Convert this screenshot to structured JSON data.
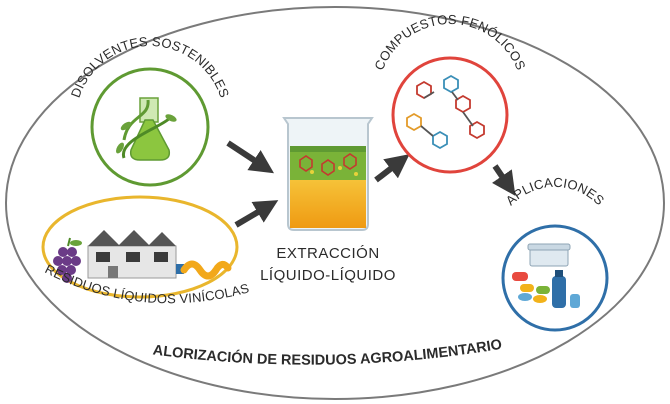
{
  "labels": {
    "disolventes": "DISOLVENTES SOSTENIBLES",
    "residuos": "RESIDUOS LÍQUIDOS VINÍCOLAS",
    "compuestos": "COMPUESTOS FENÓLICOS",
    "aplicaciones": "APLICACIONES",
    "extraccion_line1": "EXTRACCIÓN",
    "extraccion_line2": "LÍQUIDO-LÍQUIDO",
    "valorizacion": "VALORIZACIÓN DE RESIDUOS AGROALIMENTARIOS"
  },
  "colors": {
    "outline": "#7a7a7a",
    "green_circle": "#5f9a32",
    "yellow_ellipse": "#e9b62d",
    "red_circle": "#e0443c",
    "blue_circle": "#2f6fa8",
    "arrow": "#3a3a3a",
    "beaker_liquid": "#f2a81a",
    "beaker_top": "#7ab338"
  },
  "icons": {
    "disolventes": "green-flask-with-leaves",
    "residuos": "grapes-winery-factory-and-waste",
    "compuestos": "phenolic-molecules",
    "aplicaciones": "pills-container-and-spray",
    "extraccion": "beaker-with-two-phase-liquid"
  }
}
